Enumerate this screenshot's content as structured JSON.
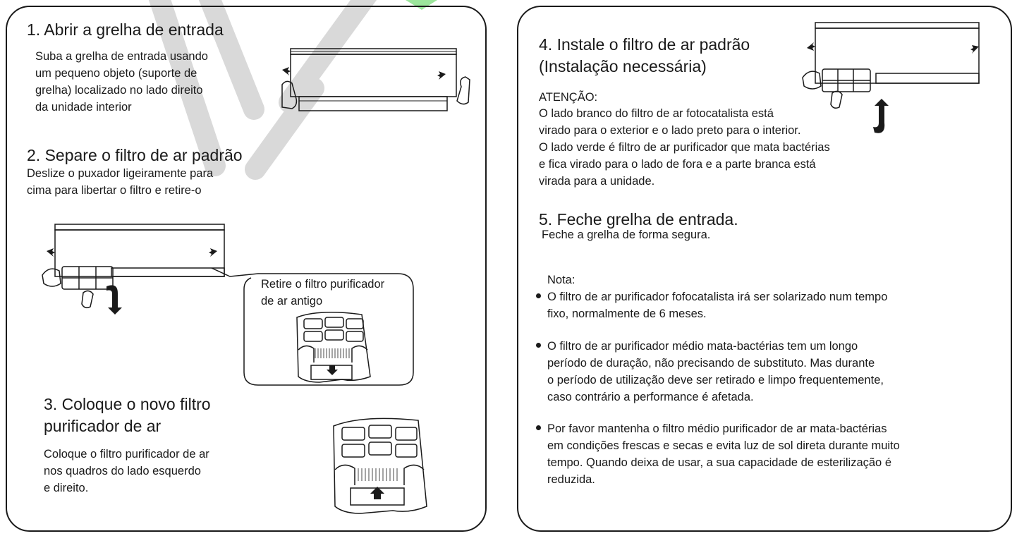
{
  "left": {
    "step1": {
      "title": "1. Abrir a grelha de entrada",
      "lines": [
        "Suba a grelha de entrada usando",
        "um pequeno objeto (suporte de",
        "grelha) localizado no lado direito",
        "da unidade interior"
      ]
    },
    "step2": {
      "title": "2. Separe o filtro de ar padrão",
      "lines": [
        "Deslize o puxador ligeiramente para",
        "cima para libertar o filtro e retire-o"
      ],
      "callout_lines": [
        "Retire o filtro purificador",
        "de ar antigo"
      ]
    },
    "step3": {
      "title_lines": [
        "3. Coloque o novo filtro",
        "purificador de ar"
      ],
      "lines": [
        "Coloque o filtro purificador de ar",
        "nos quadros do lado esquerdo",
        "e direito."
      ]
    }
  },
  "right": {
    "step4": {
      "title_lines": [
        "4. Instale o filtro de ar padrão",
        "(Instalação necessária)"
      ],
      "attention_label": "ATENÇÃO:",
      "lines": [
        "O lado branco do filtro de ar fotocatalista está",
        "virado para o exterior e o lado preto para o interior.",
        "O lado verde é filtro de ar purificador que mata bactérias",
        "e fica virado para o lado de fora e a parte branca está",
        "virada para a unidade."
      ]
    },
    "step5": {
      "title": "5. Feche grelha de entrada.",
      "text": "Feche a grelha de forma segura."
    },
    "note": {
      "label": "Nota:",
      "bullets": [
        [
          "O filtro de ar purificador fofocatalista irá ser solarizado num tempo",
          "fixo, normalmente de 6 meses."
        ],
        [
          "O filtro de ar purificador médio mata-bactérias tem um longo",
          "período de duração, não precisando de substituto. Mas durante",
          "o período de utilização deve ser retirado e limpo frequentemente,",
          "caso contrário a performance é afetada."
        ],
        [
          "Por favor mantenha o filtro médio purificador de ar mata-bactérias",
          "em condições frescas e secas e evita luz de sol direta durante muito",
          "tempo. Quando deixa de usar, a sua capacidade de esterilização é",
          "reduzida."
        ]
      ]
    }
  },
  "colors": {
    "text": "#1a1a1a",
    "border": "#1a1a1a",
    "watermark_grey": "#d9d9d9",
    "watermark_green": "#9be59b"
  }
}
